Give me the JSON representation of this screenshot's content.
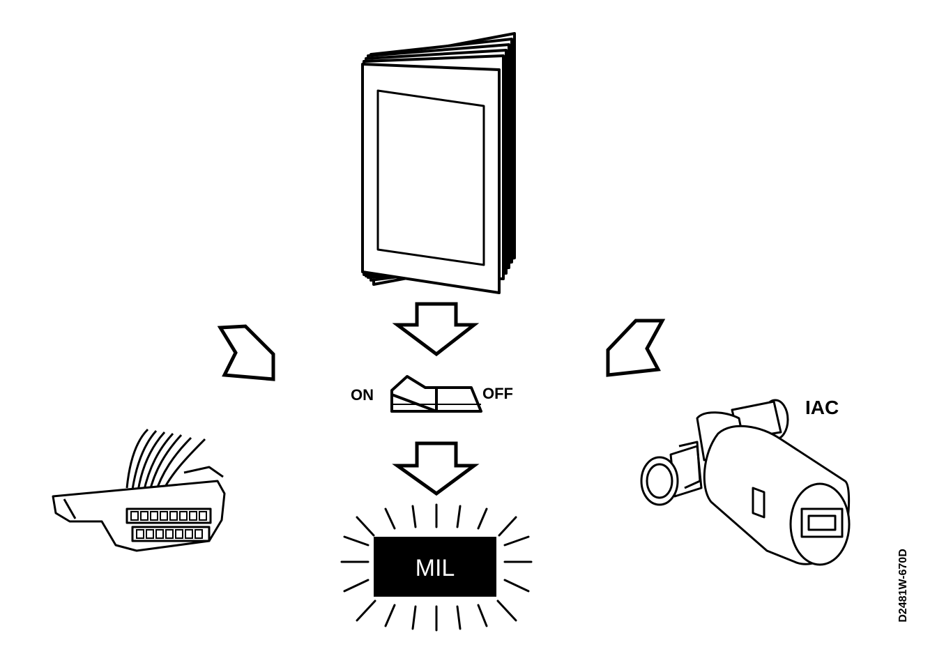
{
  "switch": {
    "on_label": "ON",
    "off_label": "OFF"
  },
  "indicator": {
    "label": "MIL"
  },
  "valve": {
    "label": "IAC"
  },
  "figure_code": "D2481W-670D",
  "colors": {
    "ink": "#000000",
    "paper": "#ffffff"
  }
}
